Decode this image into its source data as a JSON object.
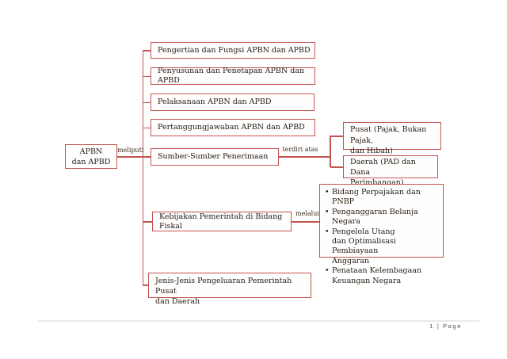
{
  "colors": {
    "box_border": "#c3544f",
    "box_text": "#241a10",
    "footer_line": "#eaeaea",
    "footer_text": "#4f4f4f"
  },
  "root_node": {
    "label": "APBN\ndan APBD"
  },
  "edge_labels": {
    "meliputi": "meliputi",
    "terdiri_atas": "terdiri atas",
    "melalui": "melalui"
  },
  "topics": [
    {
      "label": "Pengertian dan Fungsi APBN dan APBD"
    },
    {
      "label": "Penyusunan dan Penetapan APBN dan APBD"
    },
    {
      "label": "Pelaksanaan APBN dan APBD"
    },
    {
      "label": "Pertanggungjawaban APBN dan APBD"
    },
    {
      "label": "Sumber-Sumber Penerimaan"
    },
    {
      "label": "Kebijakan Pemerintah di Bidang Fiskal"
    },
    {
      "label": "Jenis-Jenis Pengeluaran Pemerintah Pusat\ndan Daerah"
    }
  ],
  "penerimaan_children": [
    {
      "label": "Pusat (Pajak, Bukan Pajak,\ndan Hibah)"
    },
    {
      "label": "Daerah (PAD dan Dana\nPerimbangan)"
    }
  ],
  "fiskal_items": [
    "Bidang Perpajakan dan PNBP",
    "Penganggaran Belanja Negara",
    "Pengelola Utang\ndan Optimalisasi Pembiayaan\nAnggaran",
    "Penataan Kelembagaan\nKeuangan Negara"
  ],
  "footer": {
    "page_label": "1 | Page"
  }
}
